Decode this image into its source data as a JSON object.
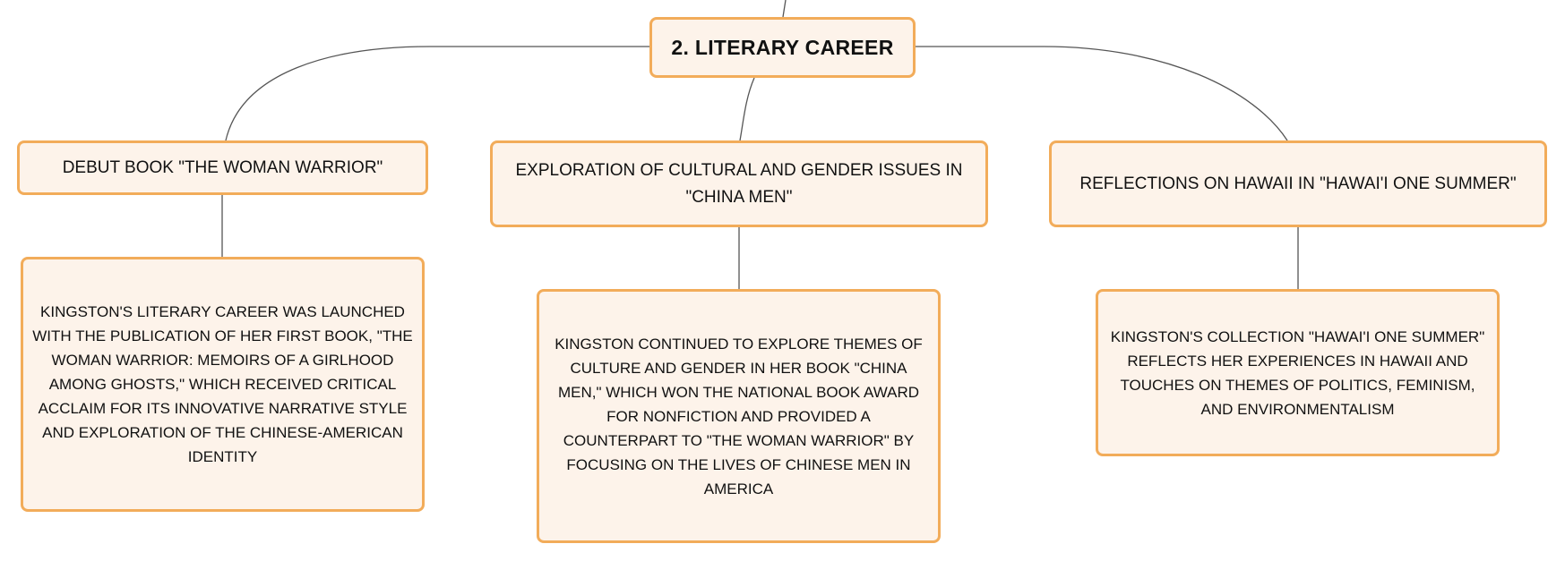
{
  "root": {
    "title": "2. LITERARY CAREER"
  },
  "topics": [
    {
      "heading": "DEBUT BOOK \"THE WOMAN WARRIOR\"",
      "detail": "KINGSTON'S LITERARY CAREER WAS LAUNCHED WITH THE PUBLICATION OF HER FIRST BOOK, \"THE WOMAN WARRIOR: MEMOIRS OF A GIRLHOOD AMONG GHOSTS,\" WHICH RECEIVED CRITICAL ACCLAIM FOR ITS INNOVATIVE NARRATIVE STYLE AND EXPLORATION OF THE CHINESE-AMERICAN IDENTITY"
    },
    {
      "heading": "EXPLORATION OF CULTURAL AND GENDER ISSUES IN \"CHINA MEN\"",
      "detail": "KINGSTON CONTINUED TO EXPLORE THEMES OF CULTURE AND GENDER IN HER BOOK \"CHINA MEN,\" WHICH WON THE NATIONAL BOOK AWARD FOR NONFICTION AND PROVIDED A COUNTERPART TO \"THE WOMAN WARRIOR\" BY FOCUSING ON THE LIVES OF CHINESE MEN IN AMERICA"
    },
    {
      "heading": "REFLECTIONS ON HAWAII IN \"HAWAI'I ONE SUMMER\"",
      "detail": "KINGSTON'S COLLECTION \"HAWAI'I ONE SUMMER\" REFLECTS HER EXPERIENCES IN HAWAII AND TOUCHES ON THEMES OF POLITICS, FEMINISM, AND ENVIRONMENTALISM"
    }
  ],
  "colors": {
    "node_border": "#f2ac5a",
    "node_fill": "#fdf3ea",
    "connector": "#555555"
  }
}
